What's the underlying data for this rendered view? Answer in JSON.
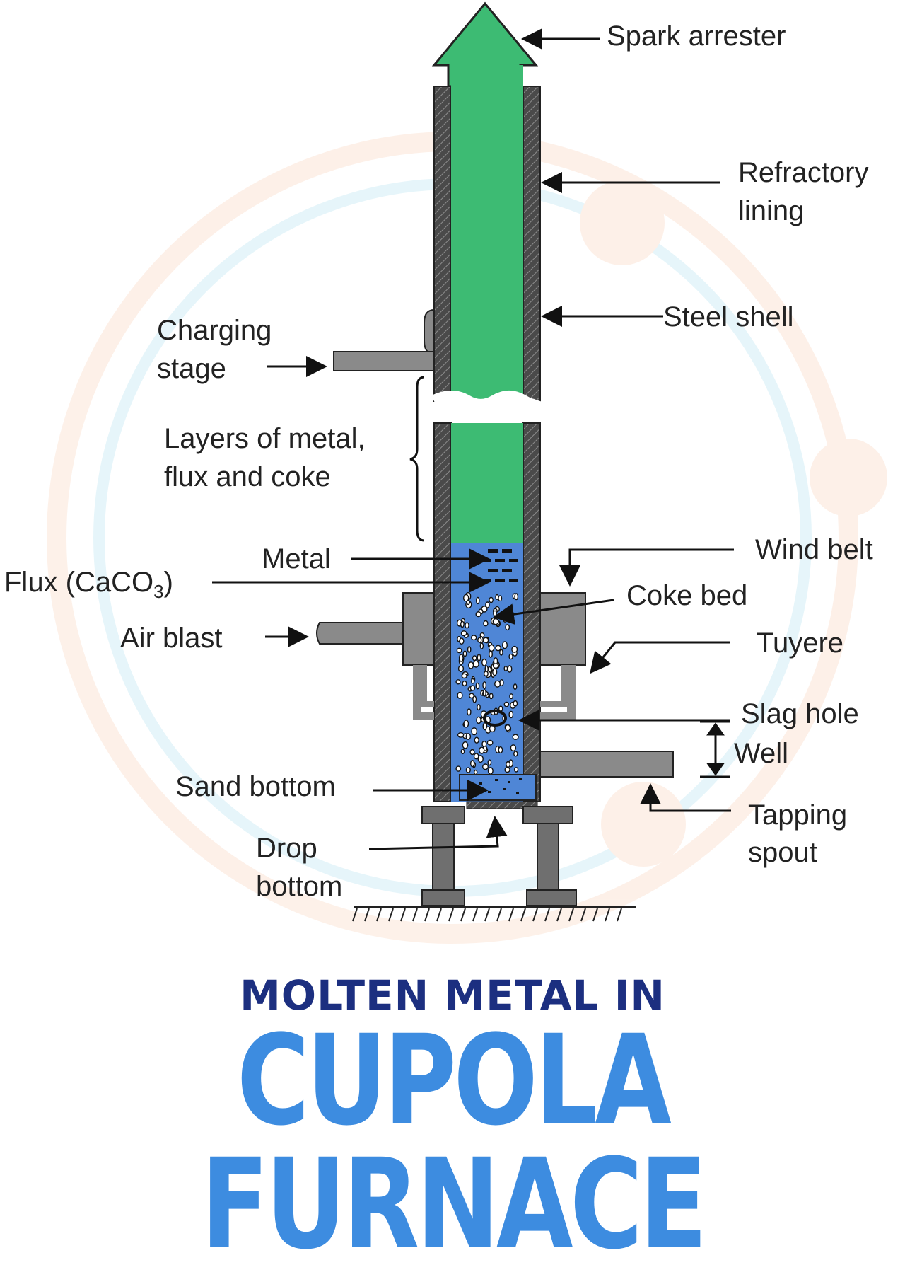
{
  "labels": {
    "spark_arrester": "Spark arrester",
    "refractory_lining_1": "Refractory",
    "refractory_lining_2": "lining",
    "steel_shell": "Steel shell",
    "charging_stage_1": "Charging",
    "charging_stage_2": "stage",
    "layers_1": "Layers of metal,",
    "layers_2": "flux and coke",
    "wind_belt": "Wind belt",
    "metal": "Metal",
    "flux_prefix": "Flux (CaCO",
    "flux_sub": "3",
    "flux_suffix": ")",
    "coke_bed": "Coke bed",
    "air_blast": "Air blast",
    "tuyere": "Tuyere",
    "slag_hole": "Slag hole",
    "well": "Well",
    "sand_bottom": "Sand bottom",
    "tapping_spout_1": "Tapping",
    "tapping_spout_2": "spout",
    "drop_bottom_1": "Drop",
    "drop_bottom_2": "bottom"
  },
  "title": {
    "line1": "MOLTEN METAL IN",
    "line2": "CUPOLA FURNACE"
  },
  "colors": {
    "green_column": "#3dbb73",
    "molten_blue": "#4f86d6",
    "shell_dark": "#3f3f3f",
    "grey_parts": "#8a8a8a",
    "title_dark": "#1c2f80",
    "title_blue": "#3d8ce0"
  }
}
